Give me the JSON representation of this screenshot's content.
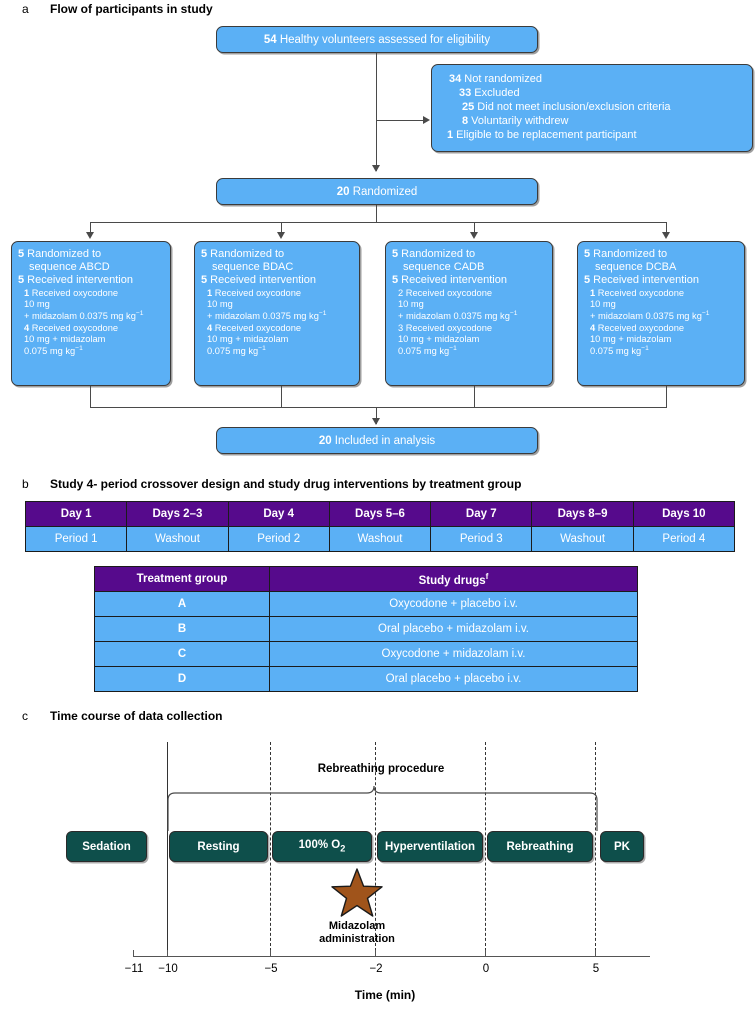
{
  "panels": {
    "a": {
      "letter": "a",
      "title": "Flow of participants in study"
    },
    "b": {
      "letter": "b",
      "title": "Study 4- period crossover design and study drug interventions by treatment group"
    },
    "c": {
      "letter": "c",
      "title": "Time course of data collection"
    }
  },
  "flow": {
    "assessed": {
      "num": "54",
      "text": " Healthy volunteers assessed for eligibility"
    },
    "not_randomized": [
      {
        "num": "34",
        "text": " Not randomized",
        "indent": 0
      },
      {
        "num": "33",
        "text": " Excluded",
        "indent": 1
      },
      {
        "num": "25",
        "text": " Did not meet inclusion/exclusion criteria",
        "indent": 2
      },
      {
        "num": "8",
        "text": " Voluntarily withdrew",
        "indent": 3
      },
      {
        "num": "1",
        "text": " Eligible to be replacement participant",
        "indent": 4
      }
    ],
    "randomized": {
      "num": "20",
      "text": " Randomized"
    },
    "included": {
      "num": "20",
      "text": " Included in analysis"
    },
    "sequences": [
      {
        "rand_num": "5",
        "rand_text": " Randomized to",
        "seq_text": "sequence ABCD",
        "recv_num": "5",
        "recv_text": " Received intervention",
        "lines": [
          {
            "num": "1",
            "bold": true,
            "text": " Received oxycodone"
          },
          {
            "num": "",
            "bold": false,
            "text": "10 mg"
          },
          {
            "num": "",
            "bold": false,
            "text": "+ midazolam 0.0375 mg kg",
            "sup": "−1"
          },
          {
            "num": "4",
            "bold": true,
            "text": " Received oxycodone"
          },
          {
            "num": "",
            "bold": false,
            "text": "10 mg + midazolam"
          },
          {
            "num": "",
            "bold": false,
            "text": "0.075 mg kg",
            "sup": "−1"
          }
        ]
      },
      {
        "rand_num": "5",
        "rand_text": " Randomized to",
        "seq_text": "sequence BDAC",
        "recv_num": "5",
        "recv_text": " Received intervention",
        "lines": [
          {
            "num": "1",
            "bold": true,
            "text": " Received oxycodone"
          },
          {
            "num": "",
            "bold": false,
            "text": "10 mg"
          },
          {
            "num": "",
            "bold": false,
            "text": "+ midazolam 0.0375 mg kg",
            "sup": "−1"
          },
          {
            "num": "4",
            "bold": true,
            "text": " Received oxycodone"
          },
          {
            "num": "",
            "bold": false,
            "text": "10 mg + midazolam"
          },
          {
            "num": "",
            "bold": false,
            "text": "0.075 mg kg",
            "sup": "−1"
          }
        ]
      },
      {
        "rand_num": "5",
        "rand_text": " Randomized to",
        "seq_text": "sequence CADB",
        "recv_num": "5",
        "recv_text": " Received intervention",
        "lines": [
          {
            "num": "2",
            "bold": false,
            "text": " Received  oxycodone"
          },
          {
            "num": "",
            "bold": false,
            "text": "10 mg"
          },
          {
            "num": "",
            "bold": false,
            "text": "+ midazolam 0.0375 mg kg",
            "sup": "−1"
          },
          {
            "num": "3",
            "bold": false,
            "text": " Received oxycodone"
          },
          {
            "num": "",
            "bold": false,
            "text": "10 mg + midazolam"
          },
          {
            "num": "",
            "bold": false,
            "text": "0.075 mg kg",
            "sup": "−1"
          }
        ]
      },
      {
        "rand_num": "5",
        "rand_text": " Randomized to",
        "seq_text": "sequence DCBA",
        "recv_num": "5",
        "recv_text": " Received intervention",
        "lines": [
          {
            "num": "1",
            "bold": true,
            "text": " Received oxycodone"
          },
          {
            "num": "",
            "bold": false,
            "text": "10 mg"
          },
          {
            "num": "",
            "bold": false,
            "text": "+ midazolam 0.0375 mg kg",
            "sup": "−1"
          },
          {
            "num": "4",
            "bold": true,
            "text": " Received oxycodone"
          },
          {
            "num": "",
            "bold": false,
            "text": "10 mg + midazolam"
          },
          {
            "num": "",
            "bold": false,
            "text": "0.075 mg kg",
            "sup": "−1"
          }
        ]
      }
    ]
  },
  "schedule": {
    "days": [
      "Day 1",
      "Days 2–3",
      "Day 4",
      "Days 5–6",
      "Day 7",
      "Days 8–9",
      "Days 10"
    ],
    "periods": [
      "Period 1",
      "Washout",
      "Period 2",
      "Washout",
      "Period 3",
      "Washout",
      "Period 4"
    ]
  },
  "treatments": {
    "headers": [
      "Treatment group",
      "Study drugs"
    ],
    "header_sup": "f",
    "rows": [
      {
        "group": "A",
        "drugs": "Oxycodone + placebo i.v."
      },
      {
        "group": "B",
        "drugs": "Oral placebo + midazolam i.v."
      },
      {
        "group": "C",
        "drugs": "Oxycodone + midazolam i.v."
      },
      {
        "group": "D",
        "drugs": "Oral placebo + placebo i.v."
      }
    ]
  },
  "timeline": {
    "phases": [
      {
        "label": "Sedation"
      },
      {
        "label": "Resting"
      },
      {
        "label": "100% O",
        "sub": "2"
      },
      {
        "label": "Hyperventilation"
      },
      {
        "label": "Rebreathing"
      },
      {
        "label": "PK"
      }
    ],
    "brace_label": "Rebreathing procedure",
    "star_label_line1": "Midazolam",
    "star_label_line2": "administration",
    "axis_title": "Time (min)",
    "ticks": [
      "−11",
      "−10",
      "−5",
      "−2",
      "0",
      "5"
    ]
  },
  "colors": {
    "flow_blue": "#5BB0F5",
    "header_purple": "#560A8C",
    "teal": "#0E4F4B",
    "star_brown": "#A0541B"
  }
}
